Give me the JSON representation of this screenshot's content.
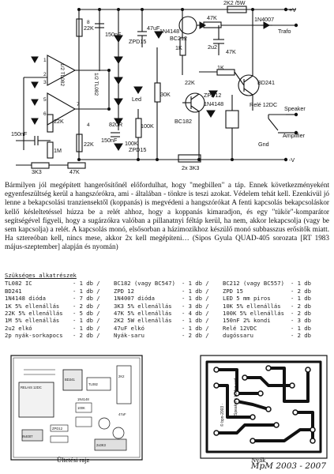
{
  "schematic": {
    "labels": {
      "plus_v": "+V",
      "minus_v": "-V",
      "r_2k2_5w": "2K2 /5W",
      "d_1n4007": "1N4007",
      "trafo": "Trafo",
      "r_47k_top": "47K",
      "c_47uf": "47uF",
      "r_22k_a": "22K",
      "c_150nf_a": "150nF",
      "zpd15_a": "ZPD15",
      "d_1n4148_a": "1N4148",
      "bc212": "BC212",
      "c_2u2": "2u2",
      "r_1k_a": "1K",
      "r_47k_b": "47K",
      "r_22k_b": "22K",
      "r_1k_b": "1K",
      "ic_a": "1/2 TL082",
      "ic_b": "1/2 TL082",
      "led": "Led",
      "r_30k": "30K",
      "bc182": "BC182",
      "zpd12": "ZPD12",
      "d_1n4148_b": "1N4148",
      "bd241": "BD241",
      "rele": "Relé 12DC",
      "speaker": "Speaker",
      "amplifier": "Amplifier",
      "gnd": "Gnd",
      "r_820r": "820R",
      "r_100k_a": "100K",
      "r_100k_b": "100K",
      "c_150nf_b": "150nF",
      "zpd15_b": "ZPD15",
      "r_22k_c": "22K",
      "c_150nf_in": "150nF",
      "r_1m": "1M",
      "r_22k_d": "22K",
      "r_3k3": "3K3",
      "r_47k_c": "47K",
      "r_2x3k3": "2x 3K3",
      "pins": [
        "1",
        "2",
        "3",
        "4",
        "5",
        "6",
        "7",
        "8"
      ]
    }
  },
  "description": "Bármilyen jól megépített hangerősítőnél előfordulhat, hogy \"megbillen\" a táp. Ennek következményeként egyenfeszültség kerül a hangszórókra, ami - általában - tönkre is teszi azokat. Védelem tehát kell. Ezenkívül jó lenne a bekapcsolási tranziensektől (koppanás) is megvédeni a hangszórókat A fenti kapcsolás bekapcsoláskor kellő késleltetéssel húzza be a relét ahhoz, hogy a koppanás kimaradjon, és egy \"tükör\"-komparátor segítségével figyeli, hogy a sugárzókra valóban a pillanatnyi féltáp kerül, ha nem, akkor lekapcsolja (vagy be sem kapcsolja) a relét. A kapcsolás monó, elsősorban a házimozikhoz készülő monó subbasszus erősítők miatt. Ha sztereóban kell, nincs mese, akkor 2x kell megépíteni…  (Sipos Gyula QUAD-405 sorozata [RT 1983 május-szeptember] alapján és nyomán)",
  "parts": {
    "title": "Szükséges alkatrészek",
    "rows": [
      [
        {
          "name": "TL082 IC",
          "qty": "- 1 db /"
        },
        {
          "name": "BC182 (vagy BC547)",
          "qty": "- 1 db /"
        },
        {
          "name": "BC212 (vagy BC557)",
          "qty": "- 1 db"
        }
      ],
      [
        {
          "name": "BD241",
          "qty": "- 1 db /"
        },
        {
          "name": "ZPD 12",
          "qty": "- 1 db /"
        },
        {
          "name": "ZPD 15",
          "qty": "- 2 db"
        }
      ],
      [
        {
          "name": "1N4148 dióda",
          "qty": "- 7 db /"
        },
        {
          "name": "1N4007 dióda",
          "qty": "- 1 db /"
        },
        {
          "name": "LED 5 mm piros",
          "qty": "- 1 db"
        }
      ],
      [
        {
          "name": "1K 5% ellenállás",
          "qty": "- 2 db /"
        },
        {
          "name": "3K3 5% ellenállás",
          "qty": "- 3 db /"
        },
        {
          "name": "10K 5% ellenállás",
          "qty": "- 2 db"
        }
      ],
      [
        {
          "name": "22K 5% ellenállás",
          "qty": "- 5 db /"
        },
        {
          "name": "47K 5% ellenállás",
          "qty": "- 4 db /"
        },
        {
          "name": "100K 5% ellenállás",
          "qty": "- 2 db"
        }
      ],
      [
        {
          "name": "1M 5% ellenállás",
          "qty": "- 1 db /"
        },
        {
          "name": "2K2 5W ellenállás",
          "qty": "- 1 db /"
        },
        {
          "name": "150nF 2% kondi",
          "qty": "- 3 db"
        }
      ],
      [
        {
          "name": "2u2 elkó",
          "qty": "- 1 db /"
        },
        {
          "name": "47uF elkó",
          "qty": "- 1 db /"
        },
        {
          "name": "Relé 12VDC",
          "qty": "- 1 db"
        }
      ],
      [
        {
          "name": "2p nyák-sorkapocs",
          "qty": "- 2 db /"
        },
        {
          "name": "Nyák-saru",
          "qty": "- 2 db /"
        },
        {
          "name": "dugóssaru",
          "qty": "- 2 db"
        }
      ]
    ]
  },
  "boards": {
    "layout_caption": "Ültetési rajz",
    "pcb_caption": "Nyák",
    "layout_marks": [
      "RELAIS 12DC",
      "1N4148",
      "TL082",
      "BD241",
      "2x3K3",
      "ZPD12",
      "100K",
      "47uF",
      "IN4007",
      "2K2"
    ],
    "pcb_marks": [
      "© bpn-2003 ·",
      "Speaker's bodyguard"
    ]
  },
  "footer": "MpM 2003 - 2007"
}
